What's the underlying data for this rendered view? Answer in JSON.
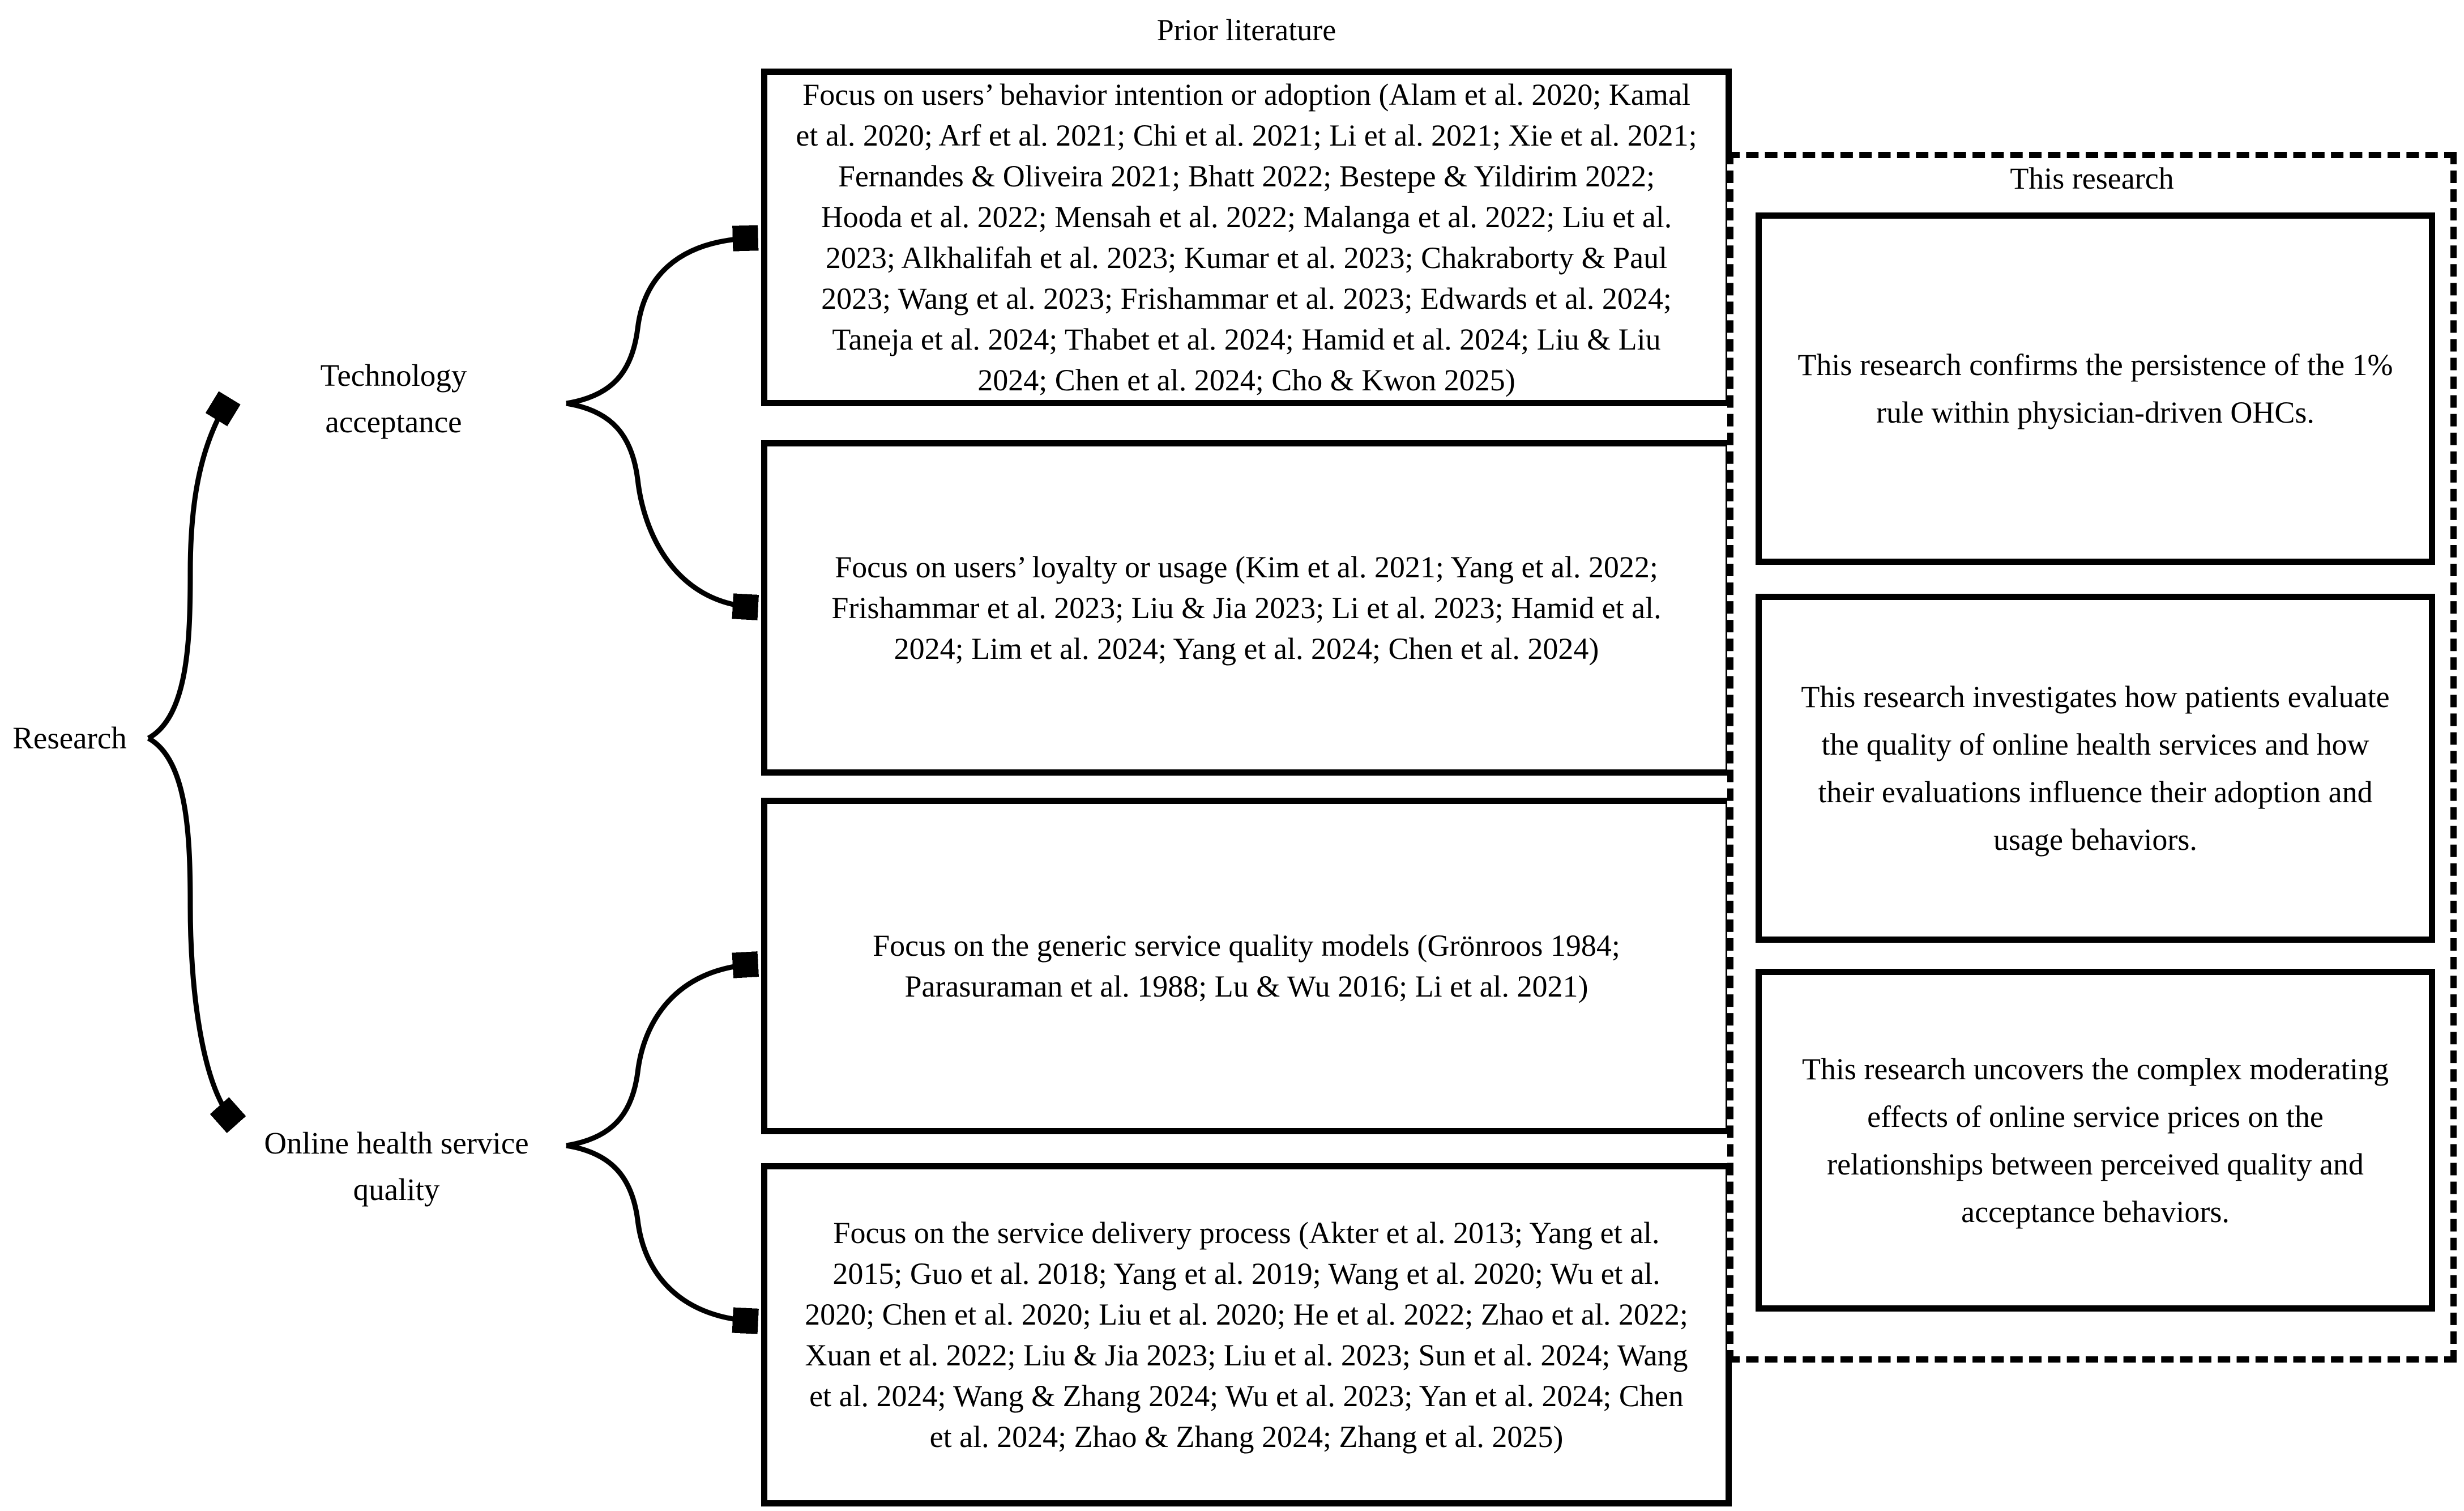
{
  "titles": {
    "prior_literature": "Prior literature",
    "this_research": "This research"
  },
  "left_labels": {
    "research": "Research",
    "technology_acceptance": [
      "Technology",
      "acceptance"
    ],
    "online_health_service_quality": [
      "Online health service",
      "quality"
    ]
  },
  "prior_literature_boxes": [
    {
      "id": "behavior-intention-or-adoption",
      "lines": [
        "Focus on users’ behavior intention or adoption (Alam et al. 2020; Kamal",
        "et al. 2020; Arf et al. 2021; Chi et al. 2021; Li et al. 2021; Xie et al. 2021;",
        "Fernandes & Oliveira 2021; Bhatt 2022; Bestepe & Yildirim 2022;",
        "Hooda et al. 2022; Mensah et al. 2022; Malanga et al. 2022; Liu et al.",
        "2023; Alkhalifah et al. 2023; Kumar et al. 2023; Chakraborty & Paul",
        "2023; Wang et al. 2023; Frishammar et al. 2023; Edwards et al. 2024;",
        "Taneja et al. 2024; Thabet et al. 2024; Hamid et al. 2024; Liu & Liu",
        "2024; Chen et al. 2024; Cho & Kwon 2025)"
      ]
    },
    {
      "id": "loyalty-or-usage",
      "lines": [
        "Focus on users’ loyalty or usage (Kim et al. 2021; Yang et al. 2022;",
        "Frishammar et al. 2023; Liu & Jia 2023; Li et al. 2023; Hamid et al.",
        "2024; Lim et al. 2024; Yang et al. 2024; Chen et al. 2024)"
      ]
    },
    {
      "id": "generic-service-quality-models",
      "lines": [
        "Focus on the generic service quality models (Grönroos 1984;",
        "Parasuraman et al. 1988; Lu & Wu 2016; Li et al. 2021)"
      ]
    },
    {
      "id": "service-delivery-process",
      "lines": [
        "Focus on the service delivery process (Akter et al. 2013; Yang et al.",
        "2015; Guo et al. 2018; Yang et al. 2019; Wang et al. 2020; Wu et al.",
        "2020; Chen et al. 2020; Liu et al. 2020; He et al. 2022; Zhao et al. 2022;",
        "Xuan et al. 2022; Liu & Jia 2023; Liu et al. 2023; Sun et al. 2024; Wang",
        "et al. 2024; Wang & Zhang 2024; Wu et al. 2023; Yan et al. 2024; Chen",
        "et al. 2024; Zhao & Zhang 2024; Zhang et al. 2025)"
      ]
    }
  ],
  "this_research_boxes": [
    {
      "id": "one-percent-rule",
      "lines": [
        "This research confirms the persistence of the 1%",
        "rule within physician-driven OHCs."
      ]
    },
    {
      "id": "patients-evaluate-quality",
      "lines": [
        "This research investigates how patients evaluate",
        "the quality of online health services and how",
        "their evaluations influence their adoption and",
        "usage behaviors."
      ]
    },
    {
      "id": "moderating-effects-of-prices",
      "lines": [
        "This research uncovers the complex moderating",
        "effects of online service prices on the",
        "relationships between perceived quality and",
        "acceptance behaviors."
      ]
    }
  ],
  "connections": [
    {
      "from": "research",
      "to": "technology-acceptance"
    },
    {
      "from": "research",
      "to": "online-health-service-quality"
    },
    {
      "from": "technology-acceptance",
      "to": "behavior-intention-or-adoption"
    },
    {
      "from": "technology-acceptance",
      "to": "loyalty-or-usage"
    },
    {
      "from": "online-health-service-quality",
      "to": "generic-service-quality-models"
    },
    {
      "from": "online-health-service-quality",
      "to": "service-delivery-process"
    }
  ],
  "colors": {
    "ink": "#000000",
    "background": "#ffffff"
  }
}
